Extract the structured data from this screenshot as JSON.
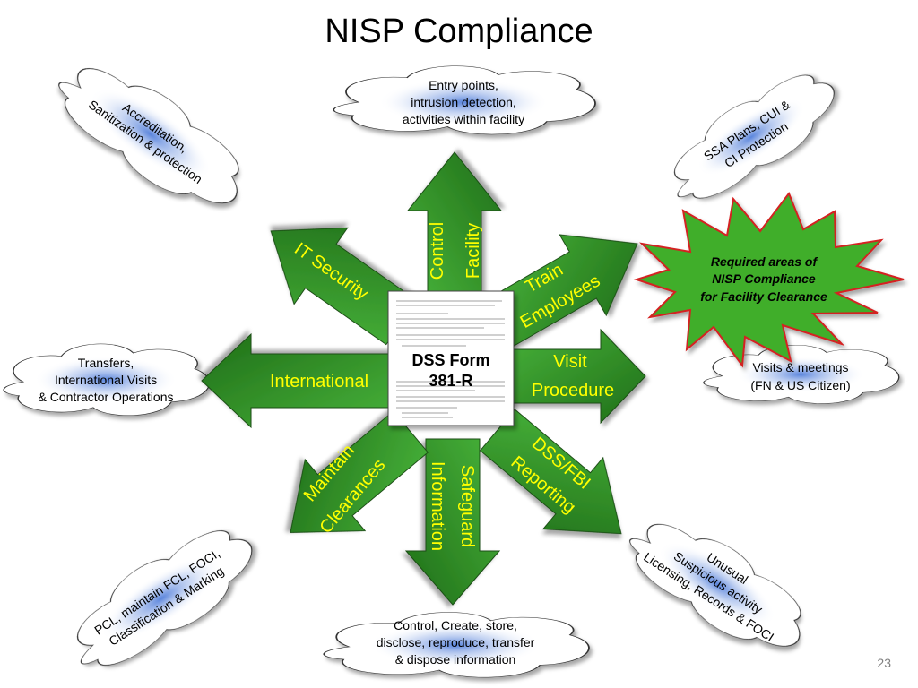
{
  "title": "NISP Compliance",
  "slide_number": "23",
  "colors": {
    "arrow_fill": "#2f8f24",
    "arrow_text": "#ffff00",
    "star_fill": "#3fae2a",
    "star_stroke": "#d42020",
    "cloud_glow": "#3d6fd6"
  },
  "center": {
    "title_line1": "DSS Form",
    "title_line2": "381-R"
  },
  "callout": {
    "line1": "Required areas of",
    "line2": "NISP Compliance",
    "line3": "for Facility Clearance"
  },
  "arrows": {
    "control_facility": [
      "Control",
      "Facility"
    ],
    "train_employees": [
      "Train",
      "Employees"
    ],
    "visit_procedure": [
      "Visit",
      "Procedure"
    ],
    "dss_fbi_reporting": [
      "DSS/FBI",
      "Reporting"
    ],
    "safeguard_information": [
      "Safeguard",
      "Information"
    ],
    "maintain_clearances": [
      "Maintain",
      "Clearances"
    ],
    "international": [
      "International"
    ],
    "it_security": [
      "IT Security"
    ]
  },
  "clouds": {
    "top": [
      "Entry points,",
      "intrusion detection,",
      "activities within facility"
    ],
    "top_left": [
      "Accreditation,",
      "Sanitization & protection"
    ],
    "top_right": [
      "SSA Plans, CUI &",
      "CI Protection"
    ],
    "left": [
      "Transfers,",
      "International Visits",
      "& Contractor Operations"
    ],
    "right": [
      "Visits & meetings",
      "(FN & US Citizen)"
    ],
    "bottom_left": [
      "PCL, maintain FCL, FOCI,",
      "Classification & Marking"
    ],
    "bottom": [
      "Control, Create, store,",
      "disclose, reproduce, transfer",
      "& dispose information"
    ],
    "bottom_right": [
      "Unusual",
      "Suspicious activity",
      "Licensing, Records & FOCI"
    ]
  }
}
